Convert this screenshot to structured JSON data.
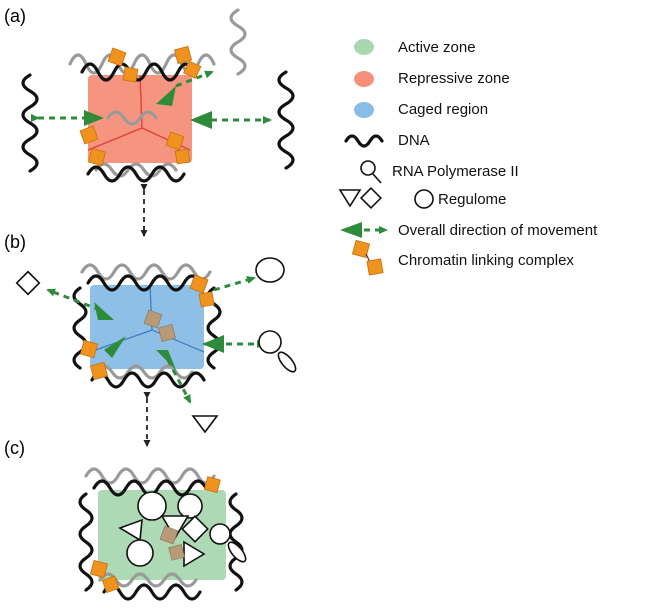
{
  "panels": [
    {
      "label": "(a)",
      "zone": "repressive"
    },
    {
      "label": "(b)",
      "zone": "caged"
    },
    {
      "label": "(c)",
      "zone": "active"
    }
  ],
  "legend": {
    "active_zone": "Active zone",
    "repressive_zone": "Repressive zone",
    "caged_region": "Caged region",
    "dna": "DNA",
    "rna_pol": "RNA Polymerase II",
    "regulome": "Regulome",
    "direction": "Overall direction of movement",
    "chromatin": "Chromatin linking complex"
  },
  "colors": {
    "active": "#a9d8b0",
    "repressive": "#f58f78",
    "caged": "#88bde6",
    "arrow_green": "#2e8b3a",
    "linker_orange": "#f0921e"
  },
  "icons": [
    "dna-helix-icon",
    "rna-polymerase-icon",
    "triangle-icon",
    "diamond-icon",
    "circle-icon",
    "direction-arrow-icon",
    "chromatin-linker-icon"
  ]
}
